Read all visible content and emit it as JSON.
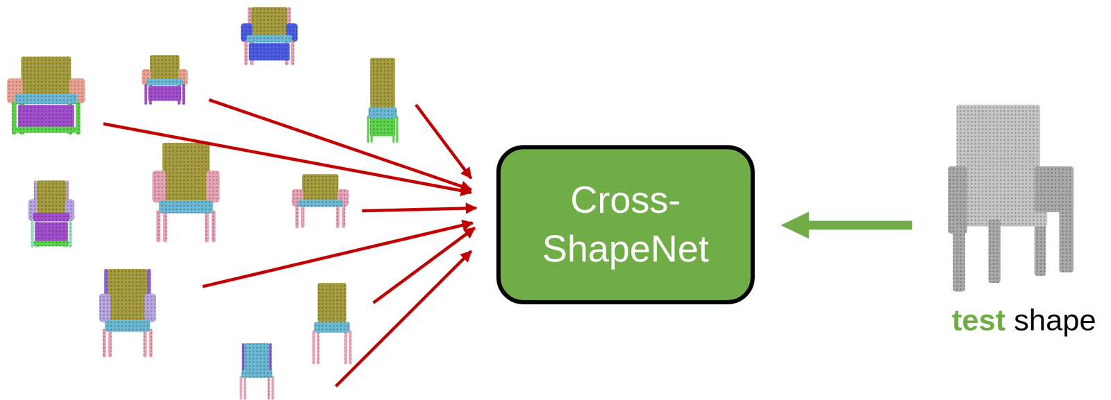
{
  "diagram": {
    "nodes": [
      {
        "text": [
          "Cross- ShapeNet"
        ]
      }
    ],
    "labels": [
      "test",
      "shape"
    ]
  }
}
